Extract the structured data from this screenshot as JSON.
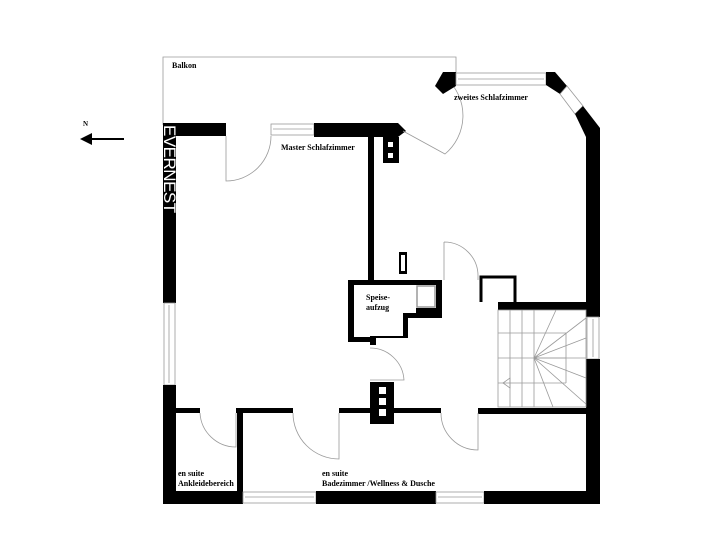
{
  "compass": {
    "label": "N",
    "direction": "left"
  },
  "brand": {
    "text": "EVERNEST"
  },
  "rooms": [
    {
      "id": "balkon",
      "label": "Balkon"
    },
    {
      "id": "master",
      "label": "Master Schlafzimmer"
    },
    {
      "id": "zweites",
      "label": "zweites Schlafzimmer"
    },
    {
      "id": "speise",
      "label_line1": "Speise-",
      "label_line2": "aufzug"
    },
    {
      "id": "ankleide",
      "label_line1": "en suite",
      "label_line2": "Ankleidebereich"
    },
    {
      "id": "bad",
      "label_line1": "en suite",
      "label_line2": "Badezimmer /Wellness &  Dusche"
    }
  ],
  "colors": {
    "wall": "#000000",
    "thin_line": "#9a9a9a",
    "background": "#ffffff"
  }
}
